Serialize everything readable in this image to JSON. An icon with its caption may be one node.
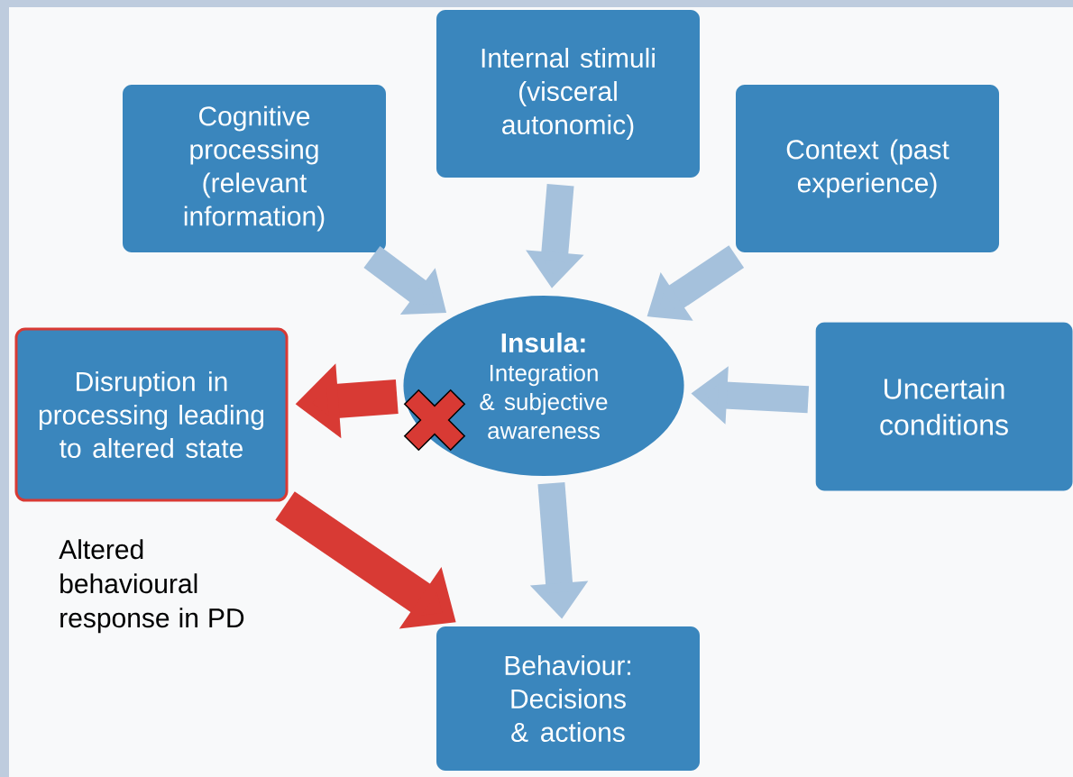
{
  "diagram": {
    "nodes": [
      {
        "text": [
          "Cognitive processing (relevant information)"
        ]
      },
      {
        "text": [
          "Internal stimuli (visceral autonomic)"
        ]
      },
      {
        "text": [
          "Context (past experience)"
        ]
      },
      {
        "text": [
          "Disruption in processing leading to altered state"
        ]
      },
      {
        "text": [
          "Insula:",
          "Integration & subjective awareness"
        ]
      },
      {
        "text": [
          "Uncertain conditions"
        ]
      },
      {
        "text": [
          "Behaviour: Decisions & actions"
        ]
      }
    ],
    "edges": [
      {
        "from": 0,
        "to": 4,
        "arrow": "to"
      },
      {
        "from": 1,
        "to": 4,
        "arrow": "to"
      },
      {
        "from": 2,
        "to": 4,
        "arrow": "to"
      },
      {
        "from": 5,
        "to": 4,
        "arrow": "to"
      },
      {
        "from": 4,
        "to": 6,
        "arrow": "to"
      },
      {
        "from": 4,
        "to": 3,
        "arrow": "to",
        "color": "#d83a34"
      },
      {
        "from": 3,
        "to": 6,
        "arrow": "to",
        "label": "Altered behavioural response in PD",
        "color": "#d83a34"
      }
    ]
  }
}
